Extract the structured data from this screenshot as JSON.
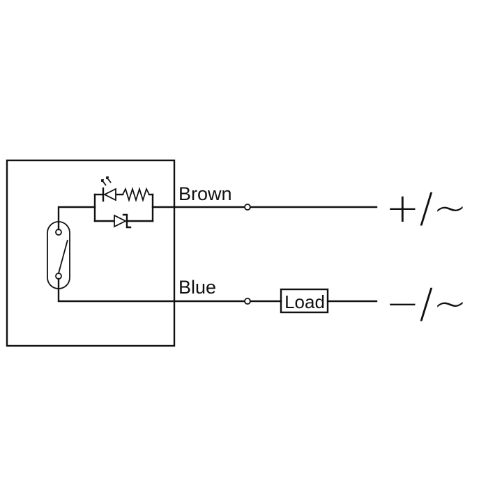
{
  "diagram": {
    "wires": {
      "brown": "Brown",
      "blue": "Blue"
    },
    "load": "Load",
    "supply": {
      "positive": "+/~",
      "negative": "−/~"
    },
    "colors": {
      "line": "#111111",
      "background": "#ffffff"
    }
  }
}
